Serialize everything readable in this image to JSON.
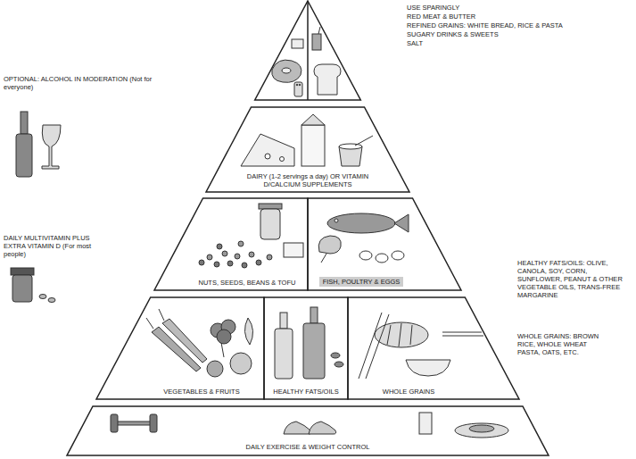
{
  "diagram": {
    "nodes": [
      {
        "text": [
          "DAIRY (1-2 servings a day) OR VITAMIN D/CALCIUM SUPPLEMENTS"
        ]
      },
      {
        "text": [
          "NUTS, SEEDS, BEANS & TOFU"
        ]
      },
      {
        "text": [
          "FISH, POULTRY & EGGS"
        ]
      },
      {
        "text": [
          "VEGETABLES & FRUITS"
        ]
      },
      {
        "text": [
          "HEALTHY FATS/OILS"
        ]
      },
      {
        "text": [
          "WHOLE GRAINS"
        ]
      },
      {
        "text": [
          "DAILY EXERCISE & WEIGHT CONTROL"
        ]
      }
    ],
    "labels": [
      "USE SPARINGLY",
      "RED MEAT & BUTTER",
      "REFINED GRAINS: WHITE BREAD, RICE & PASTA",
      "SUGARY DRINKS & SWEETS",
      "SALT",
      "OPTIONAL: ALCOHOL IN MODERATION (Not for everyone)",
      "DAILY MULTIVITAMIN PLUS EXTRA VITAMIN D (For most people)",
      "HEALTHY FATS/OILS: OLIVE, CANOLA, SOY, CORN, SUNFLOWER, PEANUT & OTHER VEGETABLE OILS, TRANS-FREE MARGARINE",
      "WHOLE GRAINS: BROWN RICE, WHOLE WHEAT PASTA, OATS, ETC."
    ]
  }
}
